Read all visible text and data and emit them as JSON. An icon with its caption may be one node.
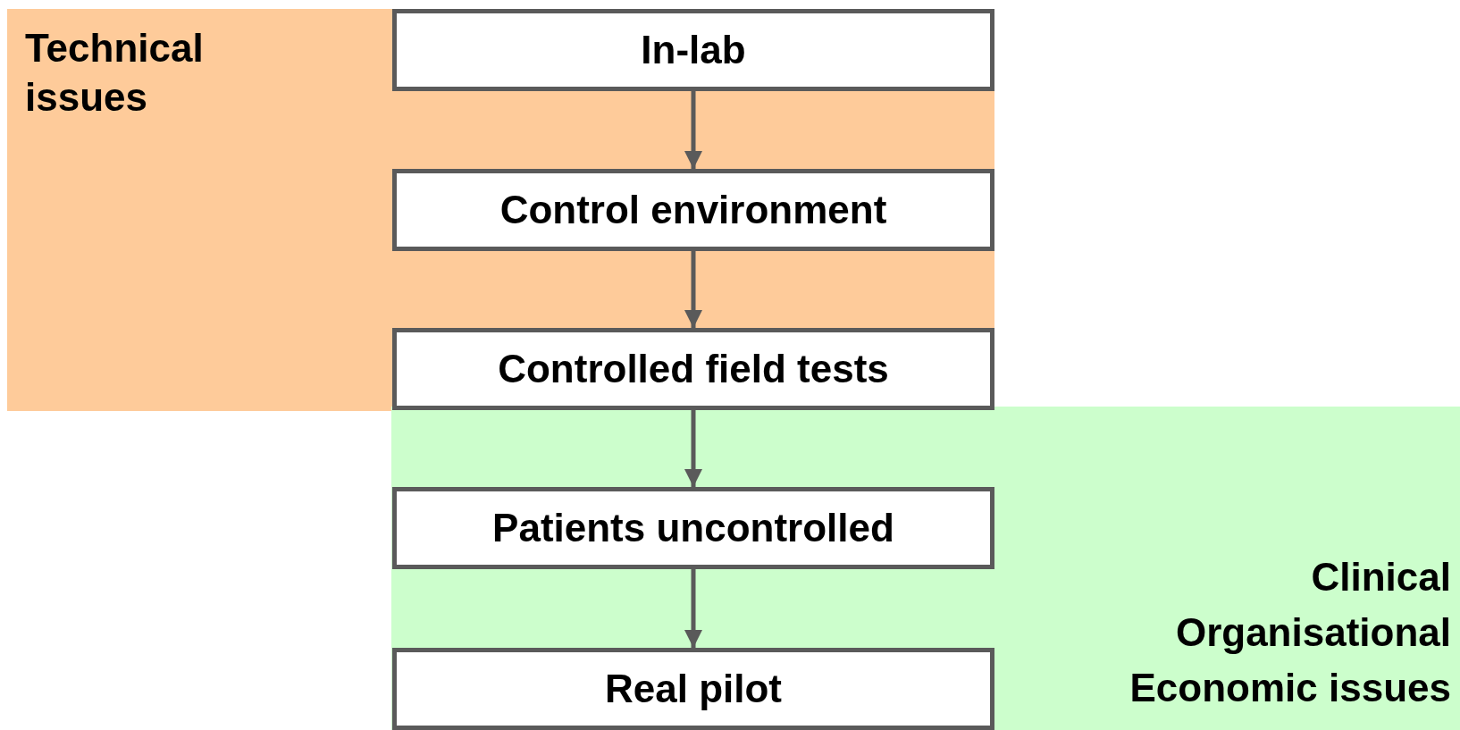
{
  "diagram": {
    "nodes": [
      {
        "text": [
          "Technical issues"
        ]
      },
      {
        "text": [
          "In-lab"
        ],
        "in": 0
      },
      {
        "text": [
          "Control environment"
        ],
        "in": 0
      },
      {
        "text": [
          "Controlled field tests"
        ],
        "in": 0
      },
      {
        "text": [
          "Clinical Organisational Economic issues"
        ]
      },
      {
        "text": [
          "Patients uncontrolled"
        ],
        "in": 4
      },
      {
        "text": [
          "Real pilot"
        ],
        "in": 4
      }
    ],
    "edges": [
      {
        "from": 1,
        "to": 2,
        "arrow": "to"
      },
      {
        "from": 2,
        "to": 3,
        "arrow": "to"
      },
      {
        "from": 3,
        "to": 5,
        "arrow": "to"
      },
      {
        "from": 5,
        "to": 6,
        "arrow": "to"
      }
    ]
  }
}
